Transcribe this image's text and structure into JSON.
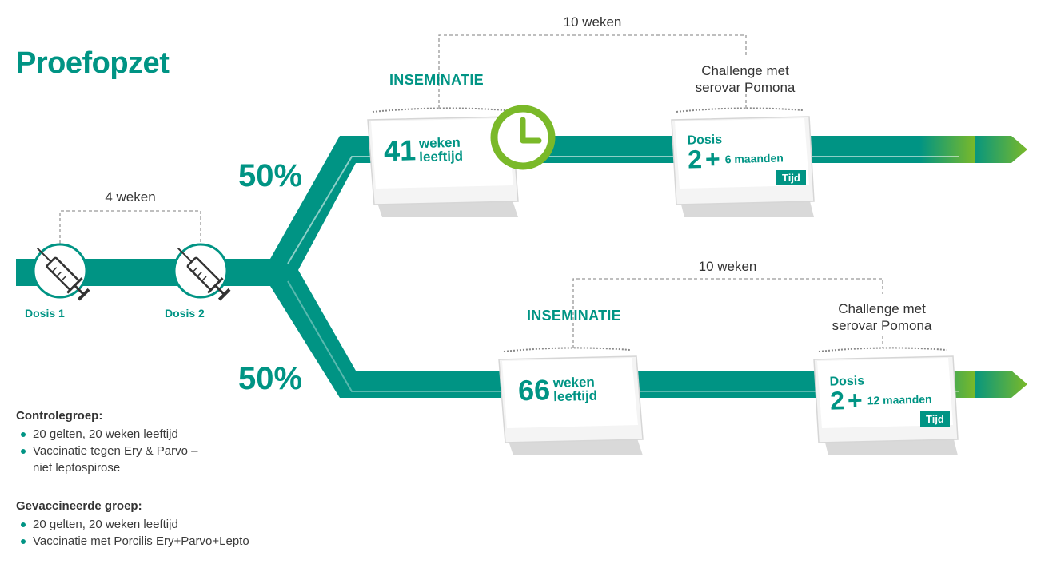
{
  "title": "Proefopzet",
  "colors": {
    "teal": "#009484",
    "green": "#7ab929",
    "calendar": "#f0f0f0"
  },
  "initial": {
    "gap_label": "4 weken",
    "doses": [
      {
        "label": "Dosis 1",
        "icon": "syringe-icon"
      },
      {
        "label": "Dosis 2",
        "icon": "syringe-icon"
      }
    ]
  },
  "branches": [
    {
      "percent": "50%",
      "gap_label": "10 weken",
      "insemination_label": "INSEMINATIE",
      "challenge_line1": "Challenge met",
      "challenge_line2": "serovar  Pomona",
      "age_number": "41",
      "age_word1": "weken",
      "age_word2": "leeftijd",
      "has_clock": true,
      "dose_word": "Dosis",
      "dose_number": "2",
      "plus": "+",
      "duration": "6 maanden",
      "time_label": "Tijd"
    },
    {
      "percent": "50%",
      "gap_label": "10 weken",
      "insemination_label": "INSEMINATIE",
      "challenge_line1": "Challenge met",
      "challenge_line2": "serovar Pomona",
      "age_number": "66",
      "age_word1": "weken",
      "age_word2": "leeftijd",
      "has_clock": false,
      "dose_word": "Dosis",
      "dose_number": "2",
      "plus": "+",
      "duration": "12 maanden",
      "time_label": "Tijd"
    }
  ],
  "groups": [
    {
      "heading": "Controlegroep:",
      "items": [
        "20 gelten, 20 weken leeftijd",
        "Vaccinatie tegen Ery & Parvo –",
        "niet leptospirose"
      ]
    },
    {
      "heading": "Gevaccineerde groep:",
      "items": [
        "20 gelten, 20 weken leeftijd",
        "Vaccinatie met Porcilis Ery+Parvo+Lepto"
      ]
    }
  ]
}
